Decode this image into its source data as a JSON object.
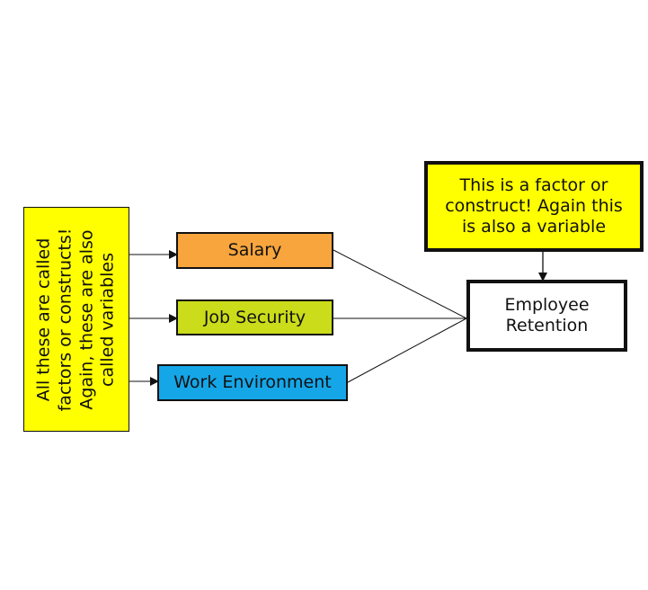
{
  "colors": {
    "callout_fill": "#ffff00",
    "salary_fill": "#f8a53d",
    "job_security_fill": "#cbdc1a",
    "work_environment_fill": "#15a6e8",
    "retention_fill": "#ffffff",
    "stroke": "#111111"
  },
  "icons": {
    "arrowheads": "arrow-right-icon, arrow-down-icon"
  },
  "callouts": {
    "variables_note": {
      "lines": [
        "All these are called",
        "factors or constructs!",
        "Again, these are also",
        "called variables"
      ]
    },
    "factor_note": {
      "lines": [
        "This is a factor or",
        "construct! Again this",
        "is also a variable"
      ]
    }
  },
  "factors": {
    "salary": "Salary",
    "job_security": "Job Security",
    "work_environment": "Work Environment"
  },
  "outcome": {
    "lines": [
      "Employee",
      "Retention"
    ]
  }
}
